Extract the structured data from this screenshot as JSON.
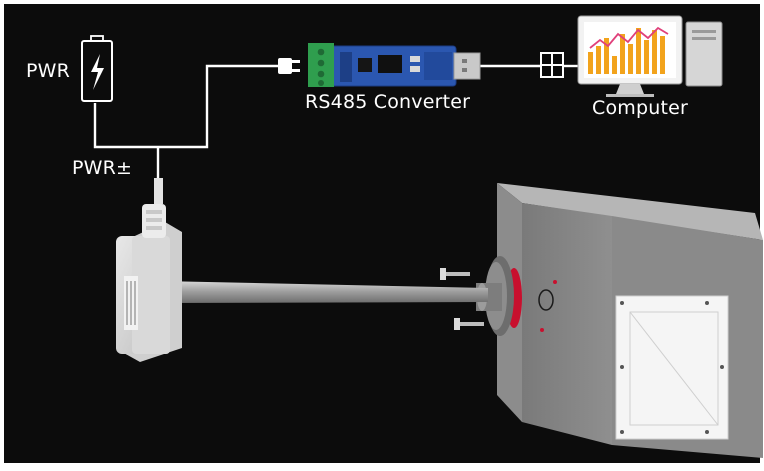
{
  "labels": {
    "pwr": "PWR",
    "pwr_pm": "PWR±",
    "converter": "RS485 Converter",
    "computer": "Computer"
  },
  "icons": {
    "battery": "battery-bolt-icon",
    "usb_socket": "usb-port-icon",
    "computer": "desktop-computer-icon",
    "plug": "power-plug-icon"
  },
  "colors": {
    "background": "#0c0c0c",
    "wire": "#ffffff",
    "pcb": "#2b57b0",
    "terminal": "#2f9e4e",
    "chart_bars": "#f2a31c",
    "chart_line": "#e0407a",
    "duct": "#8e8e8e",
    "flange_gasket": "#c8102e"
  }
}
